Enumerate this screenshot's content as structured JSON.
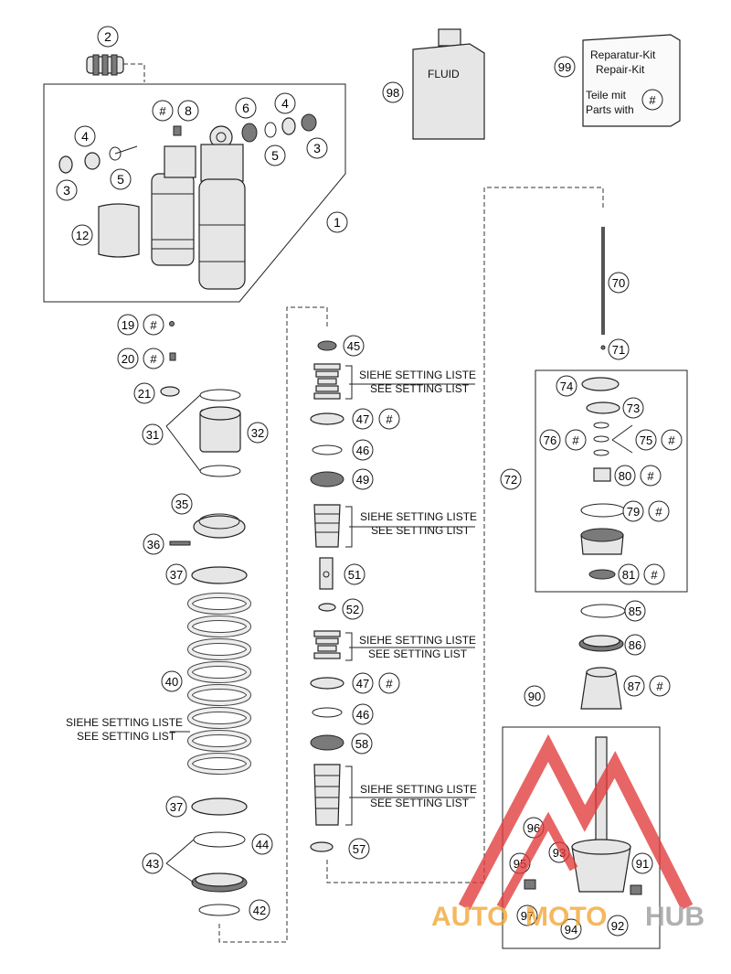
{
  "callouts": {
    "c1": "1",
    "c2": "2",
    "c3a": "3",
    "c3b": "3",
    "c4a": "4",
    "c4b": "4",
    "c5a": "5",
    "c5b": "5",
    "c6": "6",
    "c8": "8",
    "c12": "12",
    "c19": "19",
    "c20": "20",
    "c21": "21",
    "c31": "31",
    "c32": "32",
    "c35": "35",
    "c36": "36",
    "c37a": "37",
    "c37b": "37",
    "c40": "40",
    "c42": "42",
    "c43": "43",
    "c44": "44",
    "c45": "45",
    "c46a": "46",
    "c46b": "46",
    "c47a": "47",
    "c47b": "47",
    "c49": "49",
    "c51": "51",
    "c52": "52",
    "c57": "57",
    "c58": "58",
    "c70": "70",
    "c71": "71",
    "c72": "72",
    "c73": "73",
    "c74": "74",
    "c75": "75",
    "c76": "76",
    "c79": "79",
    "c80": "80",
    "c81": "81",
    "c85": "85",
    "c86": "86",
    "c87": "87",
    "c90": "90",
    "c91": "91",
    "c92": "92",
    "c93": "93",
    "c94": "94",
    "c95": "95",
    "c96": "96",
    "c97": "97",
    "c98": "98",
    "c99": "99"
  },
  "hash_symbol": "#",
  "setting_list": {
    "de": "SIEHE SETTING LISTE",
    "en": "SEE SETTING LIST"
  },
  "fluid_label": "FLUID",
  "repair_kit": {
    "line1": "Reparatur-Kit",
    "line2": "Repair-Kit",
    "line3": "Teile mit",
    "line4": "Parts with"
  },
  "watermark": {
    "text_part1": "AUTO",
    "text_part2": "MOTO",
    "text_part3": "HUB",
    "color_red": "#e23a3a",
    "color_orange": "#f3a531",
    "color_gray": "#9a9a9a"
  }
}
